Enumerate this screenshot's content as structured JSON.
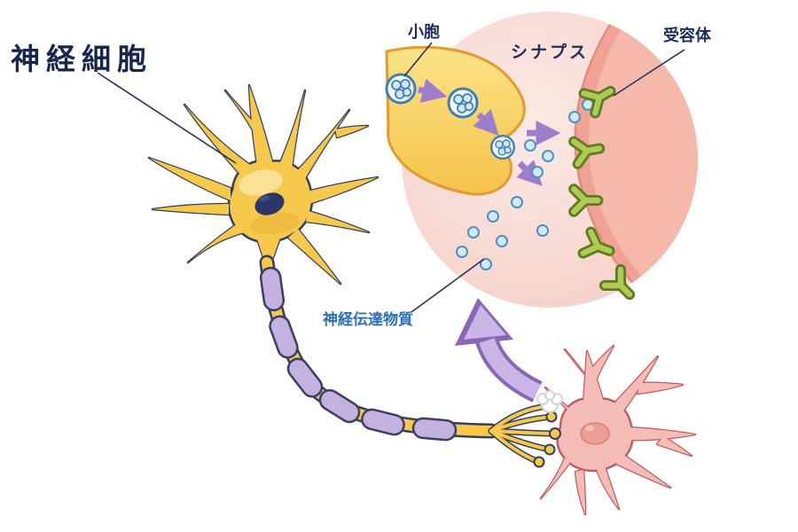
{
  "labels": {
    "cell": "神経細胞",
    "vesicle": "小胞",
    "synapse": "シナプス",
    "receptor": "受容体",
    "neurotransmitter": "神経伝達物質"
  },
  "colors": {
    "neuron_body": "#F6C84B",
    "neuron_outline": "#333F5C",
    "nucleus": "#2A3768",
    "myelin_sheath": "#C3B1DF",
    "postsynaptic_cell": "#F4BCB6",
    "postsynaptic_outline": "#BB5B60",
    "inset_background": "#F8DCD4",
    "postsynaptic_membrane": "#F0A294",
    "vesicle_blue": "#3F7FB6",
    "receptor_green": "#AFCB52",
    "transport_arrow_purple": "#9F7EC9",
    "zoom_arrow_lavender": "#C9B6E6",
    "label_navy": "#1C2D5B",
    "label_blue": "#2E6FB8"
  }
}
